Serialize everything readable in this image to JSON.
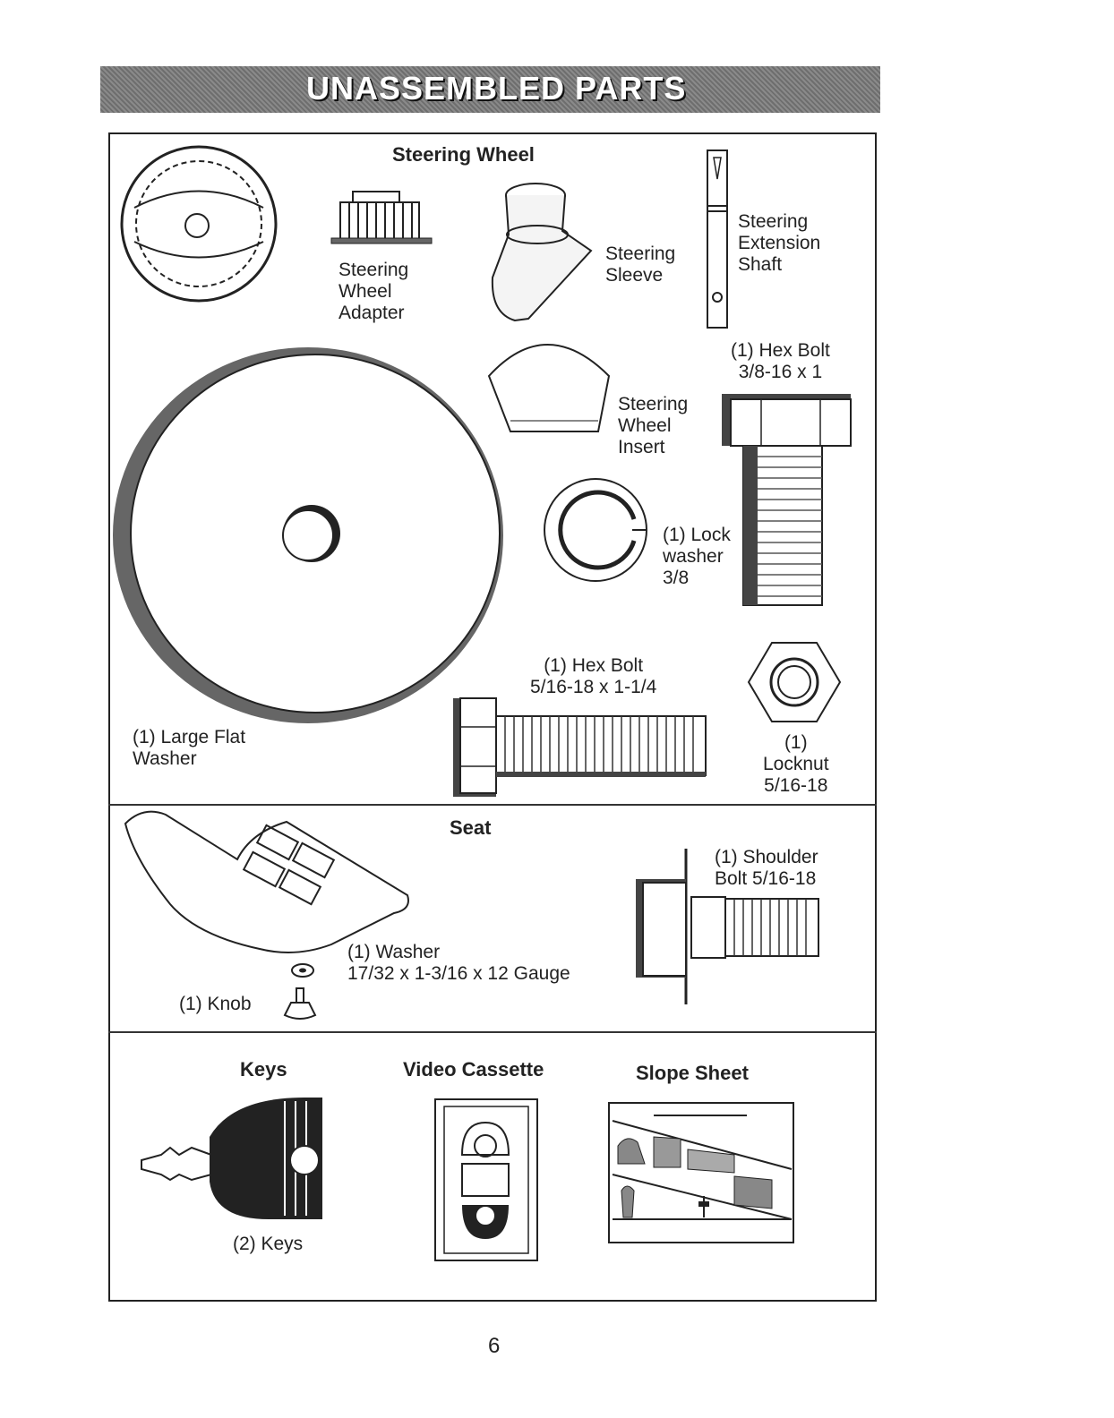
{
  "banner": {
    "title": "UNASSEMBLED PARTS"
  },
  "steering": {
    "heading": "Steering Wheel",
    "adapter": [
      "Steering",
      "Wheel",
      "Adapter"
    ],
    "sleeve": [
      "Steering",
      "Sleeve"
    ],
    "extension_shaft": [
      "Steering",
      "Extension",
      "Shaft"
    ],
    "insert": [
      "Steering",
      "Wheel",
      "Insert"
    ],
    "hex_bolt_large": [
      "(1) Hex Bolt",
      "3/8-16 x 1"
    ],
    "lock_washer": [
      "(1) Lock",
      "washer",
      "3/8"
    ],
    "large_flat_washer": [
      "(1) Large Flat",
      "Washer"
    ],
    "hex_bolt_small": [
      "(1) Hex Bolt",
      "5/16-18 x 1-1/4"
    ],
    "locknut": [
      "(1)",
      "Locknut",
      "5/16-18"
    ]
  },
  "seat": {
    "heading": "Seat",
    "shoulder_bolt": [
      "(1) Shoulder",
      "Bolt  5/16-18"
    ],
    "washer": [
      "(1) Washer",
      "17/32 x 1-3/16 x 12 Gauge"
    ],
    "knob": "(1) Knob"
  },
  "misc": {
    "keys_heading": "Keys",
    "keys_label": "(2) Keys",
    "video_heading": "Video Cassette",
    "slope_heading": "Slope Sheet"
  },
  "footer": {
    "page_number": "6"
  }
}
